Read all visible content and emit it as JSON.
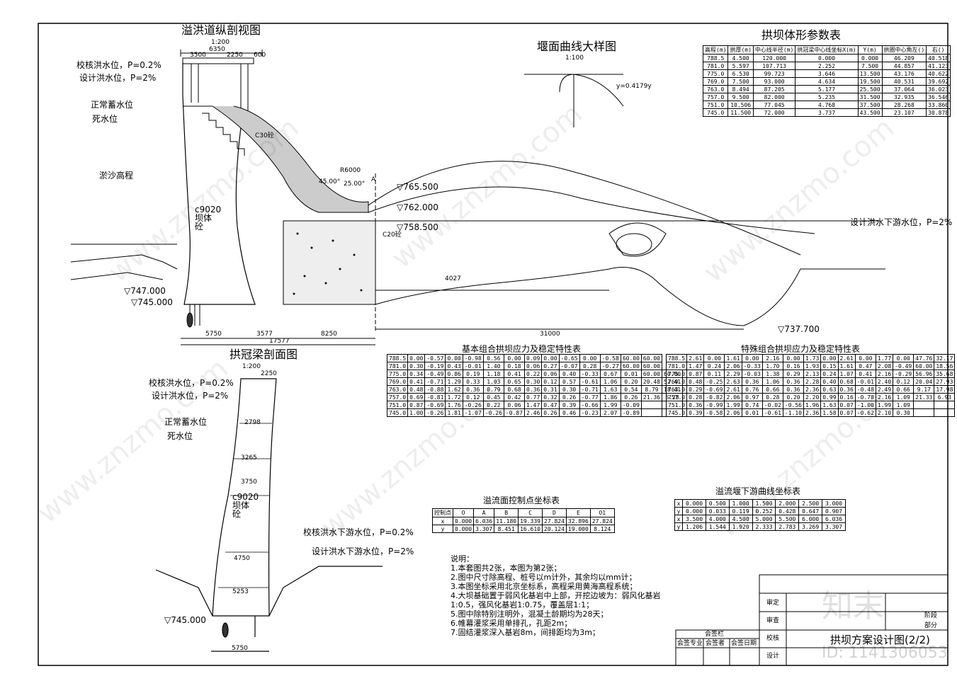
{
  "drawing": {
    "longitudinal_title": "溢洪道纵剖视图",
    "longitudinal_scale": "1:200",
    "weir_title": "堰面曲线大样图",
    "weir_scale": "1:100",
    "arch_crown_title": "拱冠梁剖面图",
    "arch_crown_scale": "1:200",
    "weir_equation": "y=0.4179y",
    "labels": {
      "check_flood_level": "校核洪水位，P=0.2%",
      "design_flood_level": "设计洪水位，P=2%",
      "normal_level": "正常蓄水位",
      "dead_level": "死水位",
      "silt_level": "淤沙高程",
      "dam_concrete": "c9020坝体砼",
      "downstream_check": "校核洪水下游水位，P=0.2%",
      "downstream_design": "设计洪水下游水位，P=2%",
      "el_765_5": "▽765.500",
      "el_762": "▽762.000",
      "el_758_5": "▽758.500",
      "el_747": "▽747.000",
      "el_745": "▽745.000",
      "el_737_7": "▽737.700",
      "el_745_b": "▽745.000",
      "angle1": "45.00°",
      "angle2": "25.00°",
      "radius": "R6000",
      "dim_6350": "6350",
      "dim_3500": "3500",
      "dim_2250": "2250",
      "dim_600": "600",
      "dim_5750": "5750",
      "dim_3577": "3577",
      "dim_8250": "8250",
      "dim_31000": "31000",
      "dim_17577": "17577",
      "dim_5750b": "5750",
      "dim_2250b": "2250",
      "dim_2798": "2798",
      "dim_3265": "3265",
      "dim_3750": "3750",
      "dim_4750": "4750",
      "dim_5253": "5253",
      "dim_4027": "4027",
      "section_a": "A",
      "c30": "C30砼",
      "c20": "C20砼"
    }
  },
  "arch_table": {
    "title": "拱坝体形参数表",
    "headers": [
      "高程(m)",
      "拱厚(m)",
      "中心线半径(m)",
      "拱冠梁中心线坐标X(m)",
      "Y(m)",
      "拱圈中心角左()",
      "右()"
    ],
    "rows": [
      [
        "788.5",
        "4.500",
        "120.000",
        "0.000",
        "0.000",
        "46.209",
        "40.518"
      ],
      [
        "781.0",
        "5.597",
        "107.713",
        "2.252",
        "7.500",
        "44.857",
        "41.123"
      ],
      [
        "775.0",
        "6.530",
        "99.723",
        "3.646",
        "13.500",
        "43.176",
        "40.622"
      ],
      [
        "769.0",
        "7.500",
        "93.000",
        "4.634",
        "19.500",
        "40.531",
        "39.692"
      ],
      [
        "763.0",
        "8.494",
        "87.205",
        "5.177",
        "25.500",
        "37.064",
        "36.023"
      ],
      [
        "757.0",
        "9.500",
        "82.000",
        "5.235",
        "31.500",
        "32.935",
        "36.546"
      ],
      [
        "751.0",
        "10.506",
        "77.045",
        "4.768",
        "37.500",
        "28.268",
        "33.860"
      ],
      [
        "745.0",
        "11.500",
        "72.000",
        "3.737",
        "43.500",
        "23.107",
        "30.878"
      ]
    ]
  },
  "basic_table": {
    "title": "基本组合拱坝应力及稳定特性表",
    "rows": [
      [
        "788.5",
        "0.00",
        "-0.57",
        "0.00",
        "-0.98",
        "0.56",
        "0.00",
        "0.09",
        "0.00",
        "-0.65",
        "0.00",
        "-0.58",
        "60.00",
        "60.00"
      ],
      [
        "781.0",
        "0.30",
        "-0.19",
        "0.43",
        "-0.01",
        "1.40",
        "0.18",
        "0.06",
        "0.27",
        "-0.07",
        "0.28",
        "-0.27",
        "60.00",
        "60.00"
      ],
      [
        "775.0",
        "0.34",
        "-0.49",
        "0.86",
        "0.19",
        "1.18",
        "0.41",
        "0.22",
        "0.06",
        "0.40",
        "-0.33",
        "0.67",
        "0.01",
        "60.00",
        "60.00"
      ],
      [
        "769.0",
        "0.41",
        "-0.71",
        "1.29",
        "0.33",
        "1.03",
        "0.65",
        "0.30",
        "0.12",
        "0.57",
        "-0.61",
        "1.06",
        "0.20",
        "20.48",
        "52.41"
      ],
      [
        "763.0",
        "0.48",
        "-0.88",
        "1.62",
        "0.36",
        "0.79",
        "0.68",
        "0.36",
        "0.31",
        "0.30",
        "-0.71",
        "1.63",
        "0.54",
        "8.79",
        "18.41"
      ],
      [
        "757.0",
        "0.69",
        "-0.81",
        "1.72",
        "0.12",
        "0.45",
        "0.42",
        "0.77",
        "0.32",
        "0.26",
        "-0.77",
        "1.86",
        "0.26",
        "21.36",
        "6.28"
      ],
      [
        "751.0",
        "0.87",
        "-0.69",
        "1.76",
        "-0.26",
        "0.22",
        "0.06",
        "1.47",
        "0.47",
        "0.39",
        "-0.66",
        "1.99",
        "-0.09",
        "",
        ""
      ],
      [
        "745.0",
        "1.00",
        "-0.26",
        "1.81",
        "-1.07",
        "-0.26",
        "-0.87",
        "2.46",
        "0.26",
        "0.46",
        "-0.23",
        "2.07",
        "-0.89",
        "",
        ""
      ]
    ]
  },
  "special_table": {
    "title": "特殊组合拱坝应力及稳定特性表",
    "rows": [
      [
        "788.5",
        "2.61",
        "0.00",
        "1.61",
        "0.00",
        "2.16",
        "0.00",
        "1.73",
        "0.00",
        "2.61",
        "0.00",
        "1.77",
        "0.00",
        "47.76",
        "32.17"
      ],
      [
        "781.0",
        "1.47",
        "0.24",
        "2.06",
        "-0.33",
        "1.70",
        "0.16",
        "1.93",
        "0.15",
        "1.61",
        "0.47",
        "2.08",
        "-0.49",
        "60.00",
        "18.56"
      ],
      [
        "775.0",
        "0.87",
        "0.11",
        "2.29",
        "-0.03",
        "1.38",
        "0.29",
        "2.13",
        "0.24",
        "1.07",
        "0.41",
        "2.16",
        "-0.29",
        "56.96",
        "35.68"
      ],
      [
        "769.0",
        "0.48",
        "-0.25",
        "2.63",
        "0.36",
        "1.06",
        "0.36",
        "2.28",
        "0.40",
        "0.68",
        "-0.01",
        "2.40",
        "0.12",
        "20.04",
        "27.93"
      ],
      [
        "763.0",
        "0.29",
        "-0.69",
        "2.61",
        "0.76",
        "0.66",
        "0.36",
        "2.36",
        "0.63",
        "0.36",
        "-0.48",
        "2.49",
        "0.66",
        "9.17",
        "17.98"
      ],
      [
        "757.0",
        "0.28",
        "-0.82",
        "2.06",
        "0.97",
        "0.28",
        "0.20",
        "2.20",
        "0.99",
        "0.16",
        "-0.78",
        "2.16",
        "1.09",
        "21.33",
        "6.93"
      ],
      [
        "751.0",
        "0.36",
        "-0.99",
        "1.99",
        "0.74",
        "-0.02",
        "-0.56",
        "1.96",
        "1.63",
        "0.07",
        "-1.00",
        "1.99",
        "1.09",
        "",
        ""
      ],
      [
        "745.0",
        "0.39",
        "-0.58",
        "2.06",
        "0.01",
        "-0.61",
        "-1.10",
        "2.36",
        "1.58",
        "0.07",
        "-0.62",
        "2.10",
        "0.30",
        "",
        ""
      ]
    ]
  },
  "spillway_points": {
    "title": "溢流面控制点坐标表",
    "headers": [
      "控制点",
      "O",
      "A",
      "B",
      "C",
      "D",
      "E",
      "O1"
    ],
    "x": [
      "x",
      "0.000",
      "6.036",
      "11.180",
      "19.339",
      "27.824",
      "32.896",
      "27.824"
    ],
    "y": [
      "y",
      "0.000",
      "3.307",
      "8.451",
      "16.610",
      "20.124",
      "19.000",
      "8.124"
    ]
  },
  "downstream_curve": {
    "title": "溢流堰下游曲线坐标表",
    "rows": [
      [
        "x",
        "0.000",
        "0.500",
        "1.000",
        "1.500",
        "2.000",
        "2.500",
        "3.000"
      ],
      [
        "y",
        "0.000",
        "0.033",
        "0.119",
        "0.252",
        "0.428",
        "0.647",
        "0.907"
      ],
      [
        "x",
        "3.500",
        "4.000",
        "4.500",
        "5.000",
        "5.500",
        "6.000",
        "6.036"
      ],
      [
        "y",
        "1.206",
        "1.544",
        "1.920",
        "2.333",
        "2.783",
        "3.269",
        "3.307"
      ]
    ]
  },
  "notes": {
    "heading": "说明：",
    "items": [
      "1.本套图共2张，本图为第2张；",
      "2.图中尺寸除高程、桩号以m计外，其余均以mm计；",
      "3.本图坐标采用北京坐标系，高程采用黄海高程系统；",
      "4.大坝基础置于弱风化基岩中上部，开挖边坡为：弱风化基岩1:0.5，强风化基岩1:0.75，覆盖层1:1；",
      "5.图中除特别注明外，混凝土龄期均为28天；",
      "6.帷幕灌浆采用单排孔，孔距2m；",
      "7.固结灌浆深入基岩8m，间排距均为3m；"
    ]
  },
  "title_block": {
    "review": "审定",
    "check": "审查",
    "verify": "校核",
    "design": "设计",
    "stage": "阶段",
    "part": "部分",
    "drawing_title": "拱坝方案设计图(2/2)",
    "countersign": "会签栏",
    "cs_major": "会签专业",
    "cs_person": "会签者",
    "cs_date": "会签日期"
  },
  "watermark": {
    "brand": "知末",
    "id": "ID: 1141306053",
    "site": "www.znzmo.com"
  }
}
